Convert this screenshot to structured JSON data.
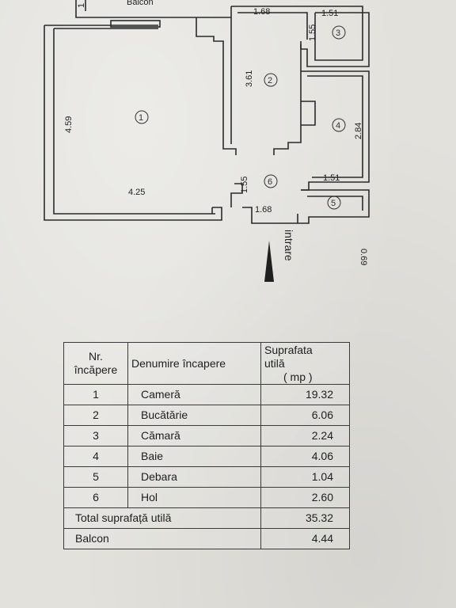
{
  "plan": {
    "balcony_label": "Balcon",
    "entrance_label": "intrare",
    "tick_label": "1",
    "room_markers": [
      "1",
      "2",
      "3",
      "4",
      "5",
      "6"
    ],
    "dimensions": {
      "room1_height": "4.59",
      "room1_width": "4.25",
      "room2_top_width": "1.68",
      "room2_height": "3.61",
      "room3_width": "1.51",
      "room3_height": "1.55",
      "room4_height": "2.84",
      "room5_width": "1.51",
      "room6_height": "1.55",
      "room6_width": "1.68",
      "room5_depth": "0.69"
    }
  },
  "table": {
    "headers": {
      "nr_line1": "Nr.",
      "nr_line2": "încăpere",
      "name": "Denumire încapere",
      "area_line1": "Suprafata utilă",
      "area_line2": "( mp )"
    },
    "rows": [
      {
        "nr": "1",
        "name": "Cameră",
        "area": "19.32"
      },
      {
        "nr": "2",
        "name": "Bucătărie",
        "area": "6.06"
      },
      {
        "nr": "3",
        "name": "Cămară",
        "area": "2.24"
      },
      {
        "nr": "4",
        "name": "Baie",
        "area": "4.06"
      },
      {
        "nr": "5",
        "name": "Debara",
        "area": "1.04"
      },
      {
        "nr": "6",
        "name": "Hol",
        "area": "2.60"
      }
    ],
    "total_label": "Total suprafață utilă",
    "total_value": "35.32",
    "balcony_label": "Balcon",
    "balcony_value": "4.44"
  }
}
